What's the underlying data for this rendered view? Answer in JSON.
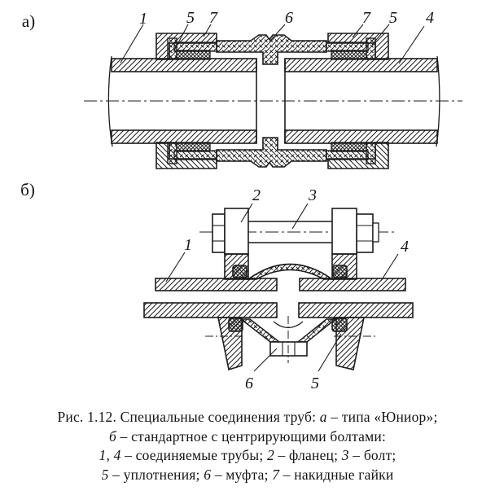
{
  "ink": "#1c1c1c",
  "background": "#ffffff",
  "panel_a": {
    "label": "а)",
    "callouts": {
      "pipe_left": "1",
      "seal_left": "5",
      "nut_left": "7",
      "sleeve": "6",
      "nut_right": "7",
      "seal_right": "5",
      "pipe_right": "4"
    }
  },
  "panel_b": {
    "label": "б)",
    "callouts": {
      "flange": "2",
      "bolt": "3",
      "pipe_left": "1",
      "pipe_right": "4",
      "sleeve": "6",
      "seal": "5"
    }
  },
  "caption": {
    "lines": [
      {
        "segments": [
          {
            "t": "Рис. 1.12. Специальные соединения труб: ",
            "i": false
          },
          {
            "t": "а",
            "i": true
          },
          {
            "t": " – типа «Юниор»;",
            "i": false
          }
        ]
      },
      {
        "segments": [
          {
            "t": "б",
            "i": true
          },
          {
            "t": " – стандартное с центрирующими болтами:",
            "i": false
          }
        ]
      },
      {
        "segments": [
          {
            "t": "1, 4",
            "i": true
          },
          {
            "t": " – соединяемые трубы; ",
            "i": false
          },
          {
            "t": "2",
            "i": true
          },
          {
            "t": " – фланец; ",
            "i": false
          },
          {
            "t": "3",
            "i": true
          },
          {
            "t": " – болт;",
            "i": false
          }
        ]
      },
      {
        "segments": [
          {
            "t": "5",
            "i": true
          },
          {
            "t": " – уплотнения; ",
            "i": false
          },
          {
            "t": "6",
            "i": true
          },
          {
            "t": " – муфта; ",
            "i": false
          },
          {
            "t": "7",
            "i": true
          },
          {
            "t": " – накидные гайки",
            "i": false
          }
        ]
      }
    ]
  }
}
